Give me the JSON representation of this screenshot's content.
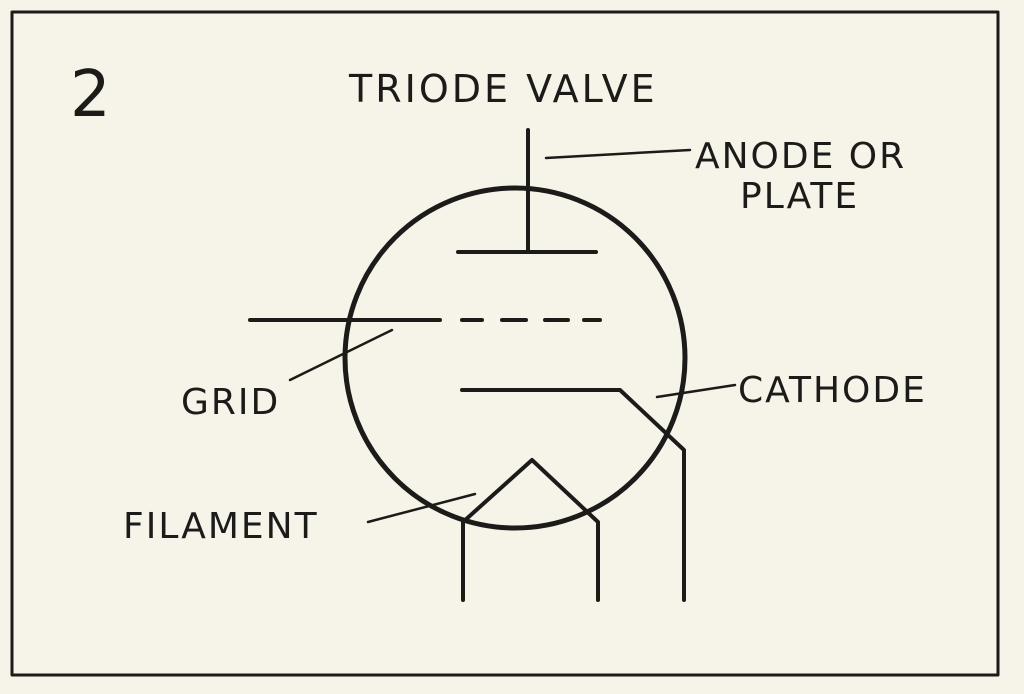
{
  "figure_number": "2",
  "title": "TRIODE VALVE",
  "labels": {
    "anode_line1": "ANODE OR",
    "anode_line2": "PLATE",
    "grid": "GRID",
    "cathode": "CATHODE",
    "filament": "FILAMENT"
  },
  "colors": {
    "background": "#f6f3e9",
    "ink": "#1c1b19"
  }
}
